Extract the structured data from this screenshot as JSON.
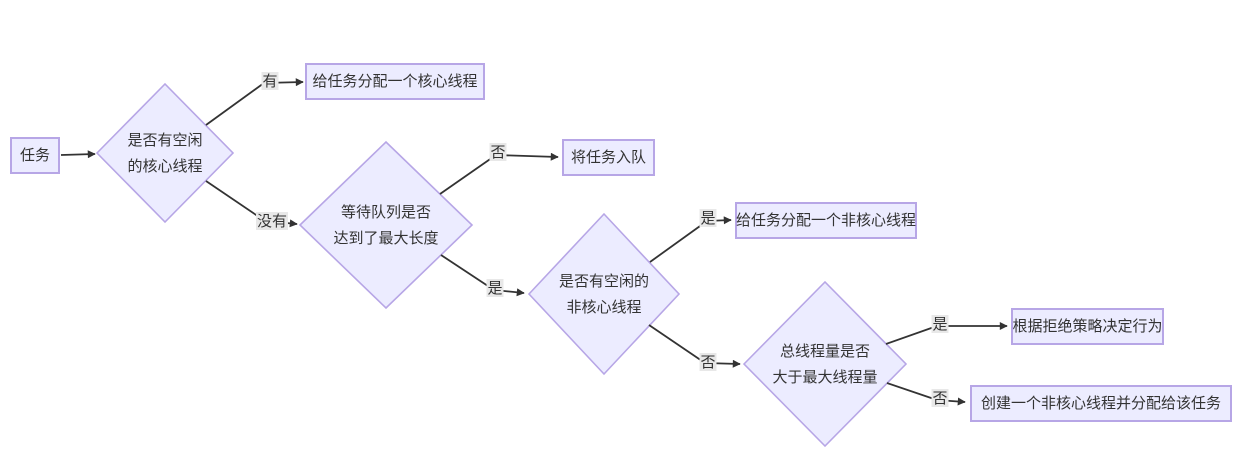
{
  "diagram_type": "flowchart",
  "colors": {
    "background": "#ffffff",
    "node_fill": "#ECECFF",
    "node_border": "#B7A6E6",
    "edge": "#333333",
    "edge_label_bg": "#E8E8E8",
    "text": "#333333"
  },
  "nodes": {
    "task": {
      "label": "任务"
    },
    "has_idle_core": {
      "line1": "是否有空闲",
      "line2": "的核心线程"
    },
    "assign_core": {
      "label": "给任务分配一个核心线程"
    },
    "queue_full": {
      "line1": "等待队列是否",
      "line2": "达到了最大长度"
    },
    "enqueue": {
      "label": "将任务入队"
    },
    "has_idle_noncore": {
      "line1": "是否有空闲的",
      "line2": "非核心线程"
    },
    "assign_noncore": {
      "label": "给任务分配一个非核心线程"
    },
    "over_max": {
      "line1": "总线程量是否",
      "line2": "大于最大线程量"
    },
    "reject_policy": {
      "label": "根据拒绝策略决定行为"
    },
    "create_noncore": {
      "label": "创建一个非核心线程并分配给该任务"
    }
  },
  "edge_labels": {
    "has": "有",
    "has_not": "没有",
    "no1": "否",
    "yes1": "是",
    "yes2": "是",
    "no2": "否",
    "yes3": "是",
    "no3": "否"
  }
}
